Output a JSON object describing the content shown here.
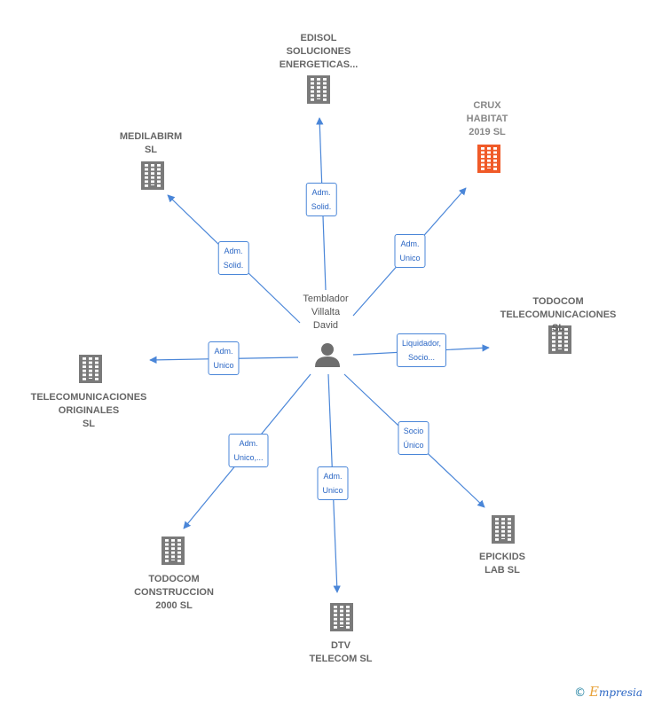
{
  "center": {
    "name": "Temblador\nVillalta\nDavid",
    "icon": "person-icon"
  },
  "colors": {
    "edge": "#4a86d8",
    "building": "#7a7a7a",
    "highlight": "#f05a28"
  },
  "nodes": [
    {
      "id": "edisol",
      "name": "EDISOL\nSOLUCIONES\nENERGETICAS...",
      "role": "Adm.\nSolid.",
      "icon": "building-icon",
      "highlight": false
    },
    {
      "id": "crux",
      "name": "CRUX\nHABITAT\n2019 SL",
      "role": "Adm.\nUnico",
      "icon": "building-icon",
      "highlight": true
    },
    {
      "id": "medilabirm",
      "name": "MEDILABIRM\nSL",
      "role": "Adm.\nSolid.",
      "icon": "building-icon",
      "highlight": false
    },
    {
      "id": "todocom-tel",
      "name": "TODOCOM\nTELECOMUNICACIONES SL",
      "role": "Liquidador,\nSocio...",
      "icon": "building-icon",
      "highlight": false
    },
    {
      "id": "tel-orig",
      "name": "TELECOMUNICACIONES\nORIGINALES\nSL",
      "role": "Adm.\nUnico",
      "icon": "building-icon",
      "highlight": false
    },
    {
      "id": "epickids",
      "name": "EPICKIDS\nLAB SL",
      "role": "Socio\nÚnico",
      "icon": "building-icon",
      "highlight": false
    },
    {
      "id": "todocom-con",
      "name": "TODOCOM\nCONSTRUCCION\n2000 SL",
      "role": "Adm.\nUnico,...",
      "icon": "building-icon",
      "highlight": false
    },
    {
      "id": "dtv",
      "name": "DTV\nTELECOM SL",
      "role": "Adm.\nUnico",
      "icon": "building-icon",
      "highlight": false
    }
  ],
  "footer": {
    "copyright_symbol": "©",
    "brand": "mpresia",
    "brand_initial": "E"
  }
}
